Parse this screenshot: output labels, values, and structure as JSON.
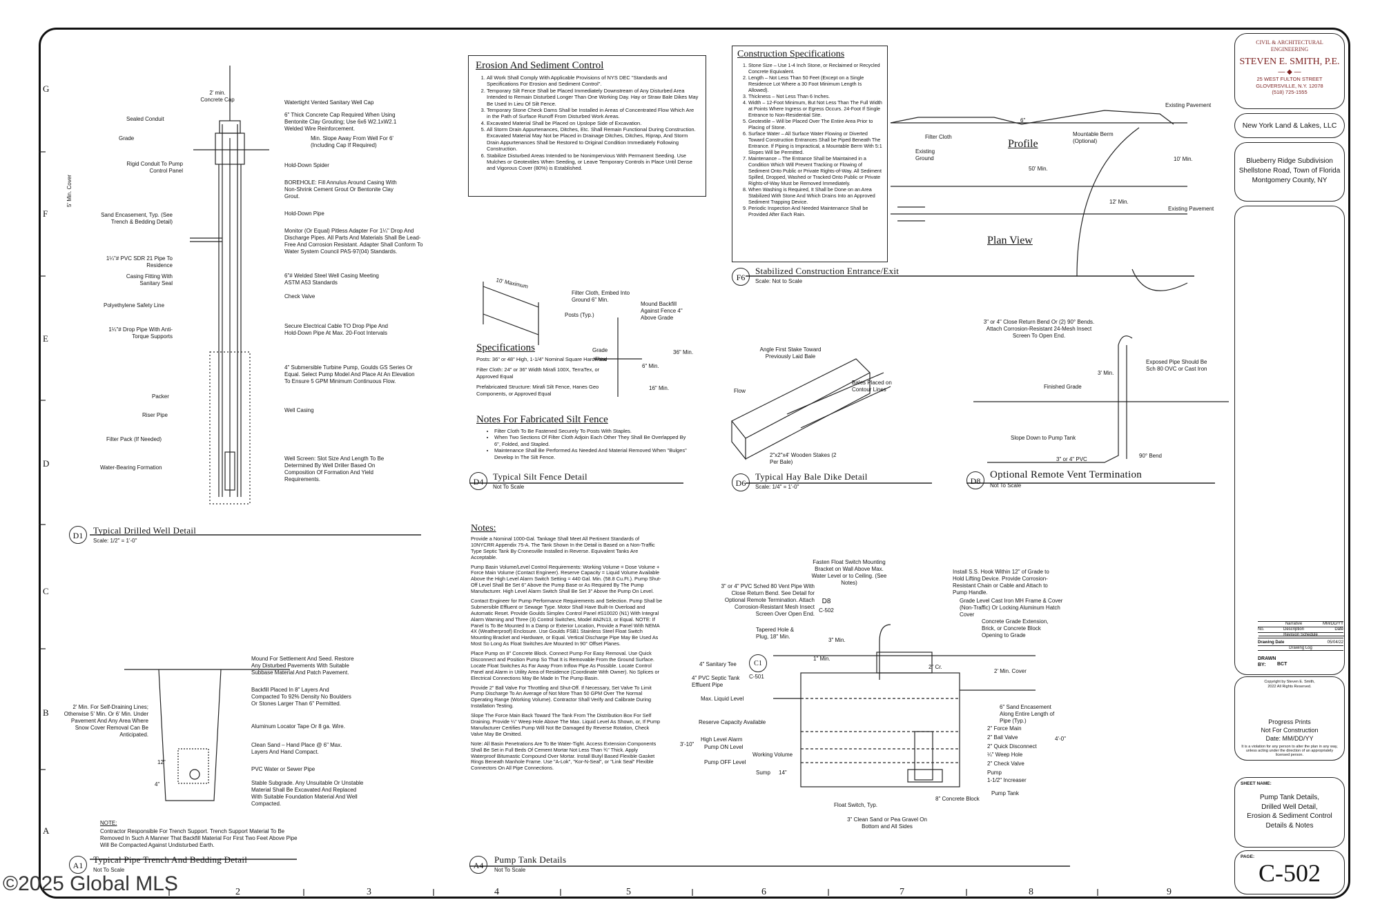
{
  "grid": {
    "rows": [
      "G",
      "F",
      "E",
      "D",
      "C",
      "B",
      "A"
    ],
    "cols": [
      "2",
      "3",
      "4",
      "5",
      "6",
      "7",
      "8",
      "9"
    ]
  },
  "watermark": "©2025 Global MLS",
  "erosion": {
    "title": "Erosion And Sediment Control",
    "items": [
      "All Work Shall Comply With Applicable Provisions of NYS DEC \"Standards and Specifications For Erosion and Sediment Control\".",
      "Temporary Silt Fence Shall be Placed Immediately Downstream of Any Disturbed Area Intended to Remain Disturbed Longer Than One Working Day. Hay or Straw Bale Dikes May Be Used In Lieu Of Silt Fence.",
      "Temporary Stone Check Dams Shall be Installed in Areas of Concentrated Flow Which Are in the Path of Surface Runoff From Disturbed Work Areas.",
      "Excavated Material Shall be Placed on Upslope Side of Excavation.",
      "All Storm Drain Appurtenances, Ditches, Etc. Shall Remain Functional During Construction. Excavated Material May Not be Placed in Drainage Ditches, Ditches, Riprap, And Storm Drain Appurtenances Shall be Restored to Original Condition Immediately Following Construction.",
      "Stabilize Disturbed Areas Intended to be Nonimpervious With Permanent Seeding. Use Mulches or Geotextiles When Seeding, or Leave Temporary Controls in Place Until Dense and Vigorous Cover (80%) is Established."
    ]
  },
  "construction": {
    "title": "Construction Specifications",
    "items": [
      "Stone Size – Use 1-4 Inch Stone, or Reclaimed or Recycled Concrete Equivalent.",
      "Length – Not Less Than 50 Feet (Except on a Single Residence Lot Where a 30 Foot Minimum Length Is Allowed).",
      "Thickness – Not Less Than 6 Inches.",
      "Width – 12-Foot Minimum, But Not Less Than The Full Width at Points Where Ingress or Egress Occurs. 24-Foot If Single Entrance to Non-Residential Site.",
      "Geotextile – Will be Placed Over The Entire Area Prior to Placing of Stone.",
      "Surface Water – All Surface Water Flowing or Diverted Toward Construction Entrances Shall be Piped Beneath The Entrance. If Piping is Impractical, a Mountable Berm With 5:1 Slopes Will be Permitted.",
      "Maintenance – The Entrance Shall be Maintained in a Condition Which Will Prevent Tracking or Flowing of Sediment Onto Public or Private Rights-of-Way. All Sediment Spilled, Dropped, Washed or Tracked Onto Public or Private Rights-of-Way Must be Removed Immediately.",
      "When Washing is Required, It Shall be Done on an Area Stabilized With Stone And Which Drains Into an Approved Sediment Trapping Device.",
      "Periodic Inspection And Needed Maintenance Shall be Provided After Each Rain."
    ]
  },
  "f6": {
    "tag": "F6",
    "title": "Stabilized Construction Entrance/Exit",
    "scale": "Scale: Not to Scale",
    "profile_label": "Profile",
    "plan_label": "Plan View",
    "labels": {
      "existing_pavement": "Existing Pavement",
      "filter_cloth": "Filter Cloth",
      "mountable_berm": "Mountable Berm (Optional)",
      "existing_ground": "Existing Ground",
      "six_in": "6\"",
      "fifty_min": "50' Min.",
      "ten_min": "10' Min.",
      "twelve_min": "12' Min."
    }
  },
  "d1": {
    "tag": "D1",
    "title": "Typical Drilled Well Detail",
    "scale": "Scale: 1/2\" = 1'-0\"",
    "labels": {
      "min_concrete_cap": "2' min. Concrete Cap",
      "sealed_conduit": "Sealed Conduit",
      "grade": "Grade",
      "rigid_conduit": "Rigid Conduit To Pump Control Panel",
      "min_cover": "5' Min. Cover",
      "sand_encasement": "Sand Encasement, Typ. (See Trench & Bedding Detail)",
      "pvc_pipe": "1¼\"# PVC SDR 21 Pipe To Residence",
      "casing_fitting": "Casing Fitting With Sanitary Seal",
      "safety_line": "Polyethylene Safety Line",
      "drop_pipe": "1¼\"# Drop Pipe With Anti-Torque Supports",
      "packer": "Packer",
      "riser_pipe": "Riser Pipe",
      "filter_pack": "Filter Pack (If Needed)",
      "water_bearing": "Water-Bearing Formation",
      "well_cap": "Watertight Vented Sanitary Well Cap",
      "concrete_cap": "6\" Thick Concrete Cap Required When Using Bentonite Clay Grouting; Use 6x6 W2.1xW2.1 Welded Wire Reinforcement.",
      "slope": "Min. Slope Away From Well For 6' (Including Cap If Required)",
      "spider": "Hold-Down Spider",
      "borehole": "BOREHOLE: Fill Annulus Around Casing With Non-Shrink Cement Grout Or Bentonite Clay Grout.",
      "hold_down_pipe": "Hold-Down Pipe",
      "monitor": "Monitor (Or Equal) Pitless Adapter For 1¼\" Drop And Discharge Pipes. All Parts And Materials Shall Be Lead-Free And Corrosion Resistant. Adapter Shall Conform To Water System Council PAS-97(04) Standards.",
      "steel_casing": "6\"# Welded Steel Well Casing Meeting ASTM A53 Standards",
      "check_valve": "Check Valve",
      "secure_cable": "Secure Electrical Cable TO Drop Pipe And Hold-Down Pipe At Max. 20-Foot Intervals",
      "turbine_pump": "4\" Submersible Turbine Pump, Goulds GS Series Or Equal. Select Pump Model And Place At An Elevation To Ensure 5 GPM Minimum Continuous Flow.",
      "well_casing": "Well Casing",
      "well_screen": "Well Screen: Slot Size And Length To Be Determined By Well Driller Based On Composition Of Formation And Yield Requirements."
    }
  },
  "d4": {
    "tag": "D4",
    "title": "Typical Silt Fence Detail",
    "scale": "Not To Scale",
    "spec_title": "Specifications",
    "specs": [
      "Posts: 36\" or 48\" High, 1-1/4\" Nominal Square Hardwood",
      "Filter Cloth: 24\" or 36\" Width Mirafi 100X, TerraTex, or Approved Equal",
      "Prefabricated Structure: Mirafi Silt Fence, Hanes Geo Components, or Approved Equal"
    ],
    "notes_title": "Notes For Fabricated Silt Fence",
    "notes": [
      "Filter Cloth To Be Fastened Securely To Posts With Staples.",
      "When Two Sections Of Filter Cloth Adjoin Each Other They Shall Be Overlapped By 6\", Folded, and Stapled.",
      "Maintenance Shall Be Performed As Needed And Material Removed When \"Bulges\" Develop In The Silt Fence."
    ],
    "labels": {
      "ten_max": "10' Maximum",
      "filter_cloth": "Filter Cloth, Embed Into Ground 6\" Min.",
      "posts": "Posts (Typ.)",
      "mound": "Mound Backfill Against Fence 4\" Above Grade",
      "grade": "Grade",
      "flow": "Flow",
      "thirty_six": "36\" Min.",
      "six_min": "6\" Min.",
      "sixteen_min": "16\" Min."
    }
  },
  "d6": {
    "tag": "D6",
    "title": "Typical Hay Bale Dike Detail",
    "scale": "Scale: 1/4\" = 1'-0\"",
    "labels": {
      "angle": "Angle First Stake Toward Previously Laid Bale",
      "flow": "Flow",
      "bales": "Bales Placed on Contour Lines",
      "stakes": "2\"x2\"x4' Wooden Stakes (2 Per Bale)"
    }
  },
  "d8": {
    "tag": "D8",
    "title": "Optional Remote Vent Termination",
    "scale": "Not To Scale",
    "labels": {
      "return_bend": "3\" or 4\" Close Return Bend Or (2) 90° Bends. Attach Corrosion-Resistant 24-Mesh Insect Screen To Open End.",
      "exposed_pipe": "Exposed Pipe Should Be Sch 80 OVC or Cast Iron",
      "three_min": "3' Min.",
      "finished_grade": "Finished Grade",
      "slope_down": "Slope Down to Pump Tank",
      "pvc": "3\" or 4\" PVC",
      "ninety_bend": "90° Bend"
    }
  },
  "a1": {
    "tag": "A1",
    "title": "Typical Pipe Trench And Bedding Detail",
    "scale": "Not To Scale",
    "note_head": "NOTE:",
    "note": "Contractor Responsible For Trench Support. Trench Support Material To Be Removed In Such A Manner That Backfill Material For First Two Feet Above Pipe Will Be Compacted Against Undisturbed Earth.",
    "labels": {
      "left": "2' Min. For Self-Draining Lines; Otherwise 5' Min. Or 6' Min. Under Pavement And Any Area Where Snow Cover Removal Can Be Anticipated.",
      "mound": "Mound For Settlement And Seed. Restore Any Disturbed Pavements With Suitable Subbase Material And Patch Pavement.",
      "backfill": "Backfill Placed In 8\" Layers And Compacted To 92% Density No Boulders Or Stones Larger Than 6\" Permitted.",
      "locator": "Aluminum Locator Tape Or 8 ga. Wire.",
      "clean_sand": "Clean Sand – Hand Place @ 6\" Max. Layers And Hand Compact.",
      "pvc": "PVC Water or Sewer Pipe",
      "subgrade": "Stable Subgrade. Any Unsuitable Or Unstable Material Shall Be Excavated And Replaced With Suitable Foundation Material And Well Compacted.",
      "twelve": "12\"",
      "four": "4\""
    }
  },
  "a4": {
    "tag": "A4",
    "title": "Pump Tank Details",
    "scale": "Not To Scale",
    "notes_title": "Notes:",
    "notes": [
      "Provide a Nominal 1000-Gal. Tankage Shall Meet All Pertinent Standards of 10NYCRR Appendix 75-A. The Tank Shown In the Detail is Based on a Non-Traffic Type Septic Tank By Cronesville Installed in Reverse. Equivalent Tanks Are Acceptable.",
      "Pump Basin Volume/Level Control Requirements: Working Volume = Dose Volume + Force Main Volume (Contact Engineer). Reserve Capacity = Liquid Volume Available Above the High Level Alarm Switch Setting = 440 Gal. Min. (58.8 Cu.Ft.). Pump Shut-Off Level Shall Be Set 6\" Above the Pump Base or As Required By The Pump Manufacturer. High Level Alarm Switch Shall Be Set 3\" Above the Pump On Level.",
      "Contact Engineer for Pump Performance Requirements and Selection. Pump Shall be Submersible Effluent or Sewage Type. Motor Shall Have Built-In Overload and Automatic Reset. Provide Goulds Simplex Control Panel #S10020 (N1) With Integral Alarm Warning and Three (3) Control Switches, Model #A2N13, or Equal. NOTE: If Panel Is To Be Mounted In a Damp or Exterior Location, Provide a Panel With NEMA 4X (Weatherproof) Enclosure. Use Goulds FSB1 Stainless Steel Float Switch Mounting Bracket and Hardware, or Equal. Vertical Discharge Pipe May Be Used As Most So Long As Float Switches Are Mounted In 90° Offset Planes.",
      "Place Pump on 8\" Concrete Block. Connect Pump For Easy Removal. Use Quick Disconnect and Position Pump So That It is Removable From the Ground Surface. Locate Float Switches As Far Away From Inflow Pipe As Possible. Locate Control Panel and Alarm in Utility Area of Residence (Coordinate With Owner). No Splices or Electrical Connections May Be Made In The Pump Basin.",
      "Provide 2\" Ball Valve For Throttling and Shut-Off. If Necessary, Set Valve To Limit Pump Discharge To An Average of Not More Than 50 GPM Over The Normal Operating Range (Working Volume). Contractor Shall Verify and Calibrate During Installation Testing.",
      "Slope The Force Main Back Toward The Tank From The Distribution Box For Self Draining. Provide ¼\" Weep Hole Above The Max. Liquid Level As Shown, or, If Pump Manufacturer Certifies Pump Will Not Be Damaged By Reverse Rotation, Check Valve May Be Omitted.",
      "Note: All Basin Penetrations Are To Be Water-Tight. Access Extension Components Shall Be Set in Full Beds Of Cement Mortar Not Less Than ¾\" Thick. Apply Waterproof Bitumastic Compound Over Mortar. Install Butyl Based Flexible Gasket Rings Beneath Manhole Frame. Use \"A-Lok\", \"Kor-N-Seal\", or \"Link Seal\" Flexible Connectors On All Pipe Connections."
    ],
    "labels": {
      "fasten": "Fasten Float Switch Mounting Bracket on Wall Above Max. Water Level or to Ceiling. (See Notes)",
      "hook": "Install S.S. Hook Within 12\" of Grade to Hold Lifting Device. Provide Corrosion-Resistant Chain or Cable and Attach to Pump Handle.",
      "vent": "3\" or 4\" PVC Sched 80 Vent Pipe With Close Return Bend. See Detail for Optional Remote Termination. Attach Corrosion-Resistant Mesh Insect Screen Over Open End.",
      "d8_ref": "D8",
      "c502": "C-502",
      "cast_iron": "Grade Level Cast Iron MH Frame & Cover (Non-Traffic) Or Locking Aluminum Hatch Cover",
      "concrete_ext": "Concrete Grade Extension, Brick, or Concrete Block Opening to Grade",
      "tapered": "Tapered Hole & Plug, 18\" Min.",
      "three_min": "3\" Min.",
      "one_min": "1\" Min.",
      "two_cr": "2\" Cr.",
      "two_min_cover": "2' Min. Cover",
      "sanitary_tee": "4\" Sanitary Tee",
      "c1": "C1",
      "c501": "C-501",
      "septic": "4\" PVC Septic Tank Effluent Pipe",
      "max_liquid": "Max. Liquid Level",
      "reserve": "Reserve Capacity Available",
      "high_alarm": "High Level Alarm",
      "pump_on": "Pump ON Level",
      "working_vol": "Working Volume",
      "pump_off": "Pump OFF Level",
      "sump": "Sump",
      "fourteen": "14\"",
      "three_ten": "3'-10\"",
      "four_zero": "4'-0\"",
      "sand_enc": "6\" Sand Encasement Along Entire Length of Pipe (Typ.)",
      "force_main": "2\" Force Main",
      "ball_valve": "2\" Ball Valve",
      "quick": "2\" Quick Disconnect",
      "weep": "¼\" Weep Hole",
      "check": "2\" Check Valve",
      "pump": "Pump",
      "increaser": "1-1/2\" Increaser",
      "pump_tank": "Pump Tank",
      "block": "8\" Concrete Block",
      "float": "Float Switch, Typ.",
      "gravel": "3\" Clean Sand or Pea Gravel On Bottom and All Sides"
    }
  },
  "titleblock": {
    "firm_type": "CIVIL & ARCHITECTURAL ENGINEERING",
    "firm_name": "STEVEN E. SMITH, P.E.",
    "address1": "25 WEST FULTON STREET",
    "address2": "GLOVERSVILLE, N.Y. 12078",
    "phone": "(518) 725-1555",
    "client": "New York Land & Lakes, LLC",
    "project1": "Blueberry Ridge Subdivision",
    "project2": "Shellstone Road, Town of Florida",
    "project3": "Montgomery County, NY",
    "rev_narrative": "Narrative",
    "rev_date": "MM/DD/YY",
    "rev_no": "No.",
    "rev_desc": "Description",
    "rev_date_head": "Date",
    "rev_schedule": "Revision Schedule",
    "drawing_date_label": "Drawing Date",
    "drawing_date": "05/04/22",
    "drawing_log": "Drawing Log",
    "drawn_label": "DRAWN BY:",
    "drawn": "BCT",
    "copyright": "Copyright by Steven E. Smith, 2022 All Rights Reserved.",
    "progress1": "Progress Prints",
    "progress2": "Not For Construction",
    "progress3": "Date: MM/DD/YY",
    "violation": "It is a violation for any person to alter the plan in any way, unless acting under the direction of an appropriately licensed person.",
    "sheet_name_label": "SHEET NAME:",
    "sheet1": "Pump Tank Details,",
    "sheet2": "Drilled Well Detail,",
    "sheet3": "Erosion & Sediment Control",
    "sheet4": "Details & Notes",
    "page_label": "PAGE:",
    "page": "C-502"
  }
}
